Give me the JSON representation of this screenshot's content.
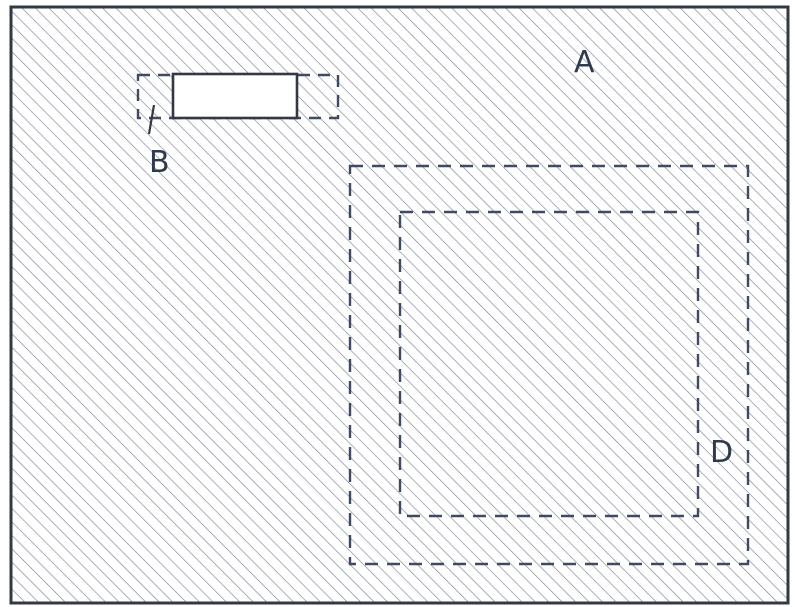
{
  "diagram": {
    "labels": {
      "a": "A",
      "b": "B",
      "d": "D"
    },
    "colors": {
      "outline": "#333844",
      "hatch": "#7d8596",
      "dashed": "#3f4a63",
      "background": "#ffffff",
      "label": "#2f3a4e"
    }
  }
}
